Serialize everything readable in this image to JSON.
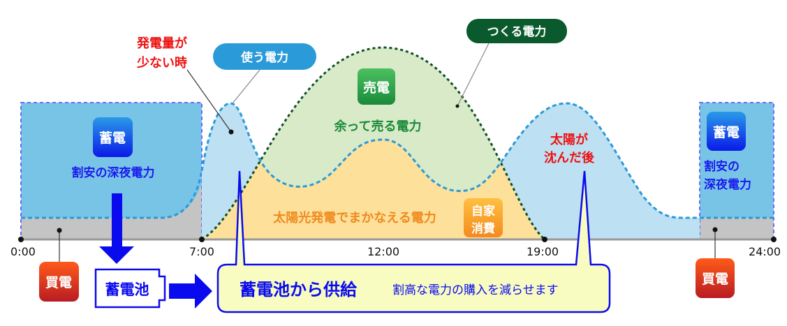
{
  "axis": {
    "ticks": [
      "0:00",
      "7:00",
      "12:00",
      "19:00",
      "24:00"
    ]
  },
  "labels": {
    "generation": "つくる電力",
    "consumption": "使う電力",
    "low_generation": [
      "発電量が",
      "少ない時"
    ],
    "sell_badge": "売電",
    "surplus": "余って売る電力",
    "solar_covered": "太陽光発電でまかなえる電力",
    "self_consume_badge": [
      "自家",
      "消費"
    ],
    "after_sunset": [
      "太陽が",
      "沈んだ後"
    ],
    "charge_badge": "蓄電",
    "night_power_left": "割安の深夜電力",
    "night_power_right": [
      "割安の",
      "深夜電力"
    ],
    "buy_badge": "買電",
    "battery": "蓄電池",
    "callout_main": "蓄電池から供給",
    "callout_sub": "割高な電力の購入を減らせます"
  },
  "colors": {
    "night_fill": "#78c4e6",
    "consumption_fill": "#bde0f2",
    "consumption_line": "#2a9ad8",
    "generation_fill": "#d8eac8",
    "generation_line": "#0f4f25",
    "self_consume_fill": "#fde09a",
    "grid_buy_fill": "#c4c4c4",
    "accent_red": "#ee1111",
    "accent_blue": "#1a1aee",
    "callout_fill": "#f8fcc0"
  }
}
